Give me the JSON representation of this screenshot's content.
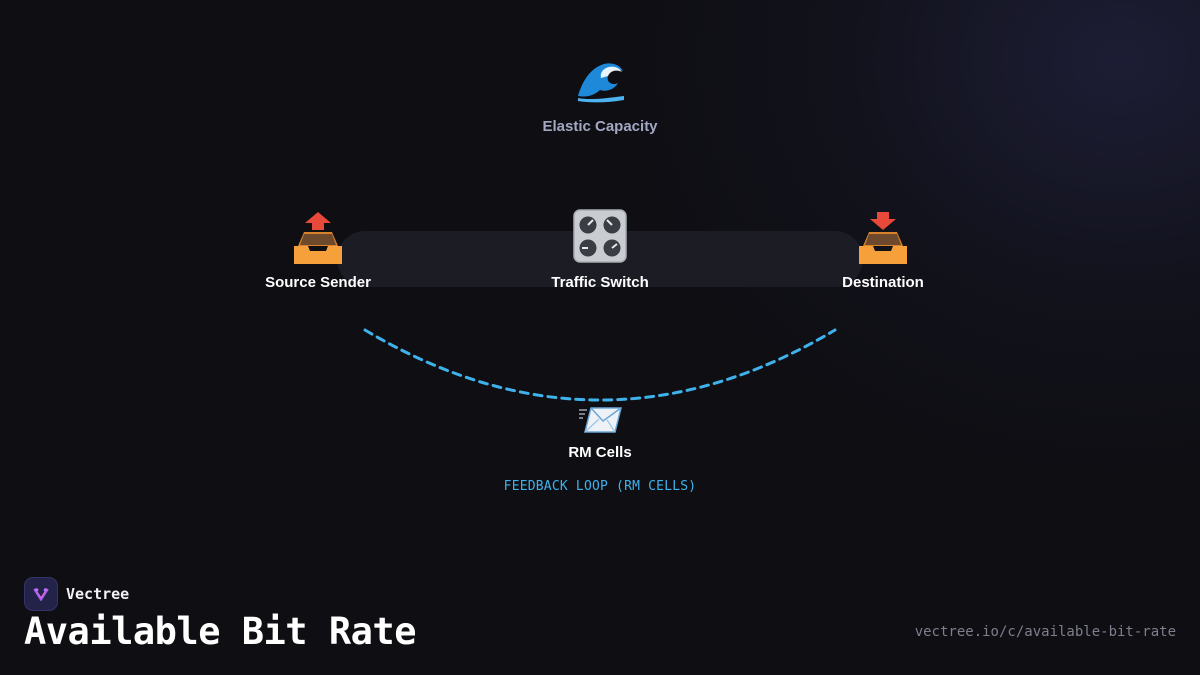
{
  "diagram": {
    "nodes": {
      "elastic": {
        "label": "Elastic Capacity",
        "icon": "water-wave-icon"
      },
      "source": {
        "label": "Source Sender",
        "icon": "outbox-tray-icon"
      },
      "switch": {
        "label": "Traffic Switch",
        "icon": "control-knobs-icon"
      },
      "destination": {
        "label": "Destination",
        "icon": "inbox-tray-icon"
      },
      "rm_cells": {
        "label": "RM Cells",
        "icon": "incoming-envelope-icon"
      }
    },
    "feedback_loop_label": "FEEDBACK LOOP (RM CELLS)",
    "colors": {
      "loop": "#3fb2ec",
      "tray_orange": "#f5a03a",
      "arrow_red": "#e8493a"
    }
  },
  "brand": {
    "name": "Vectree",
    "logo_icon": "vectree-logo-icon"
  },
  "page": {
    "title": "Available Bit Rate",
    "url": "vectree.io/c/available-bit-rate"
  }
}
